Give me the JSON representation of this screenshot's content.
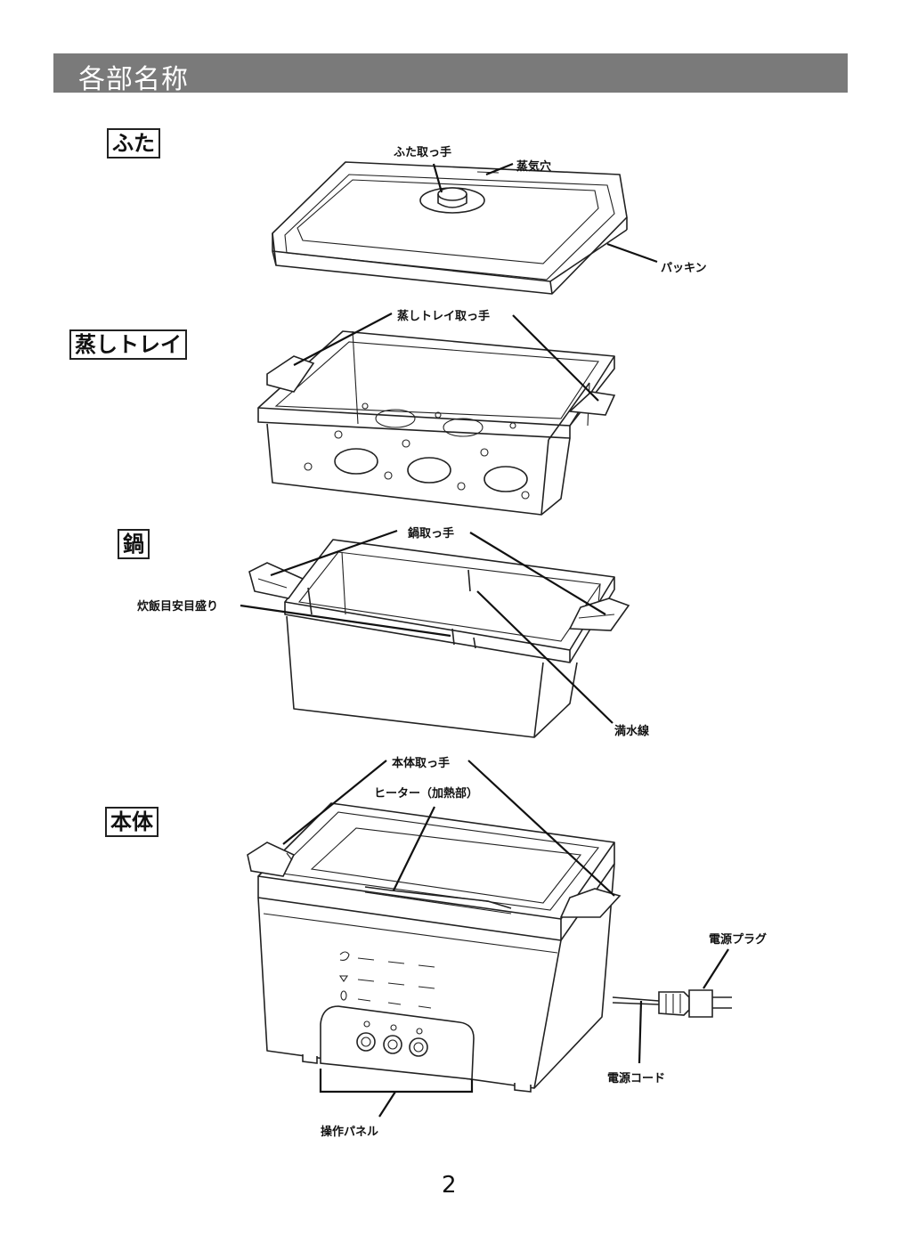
{
  "header": {
    "title": "各部名称"
  },
  "sections": {
    "lid": "ふた",
    "steam_tray": "蒸しトレイ",
    "pot": "鍋",
    "body": "本体"
  },
  "callouts": {
    "lid_handle": "ふた取っ手",
    "steam_vent": "蒸気穴",
    "gasket": "パッキン",
    "tray_handle": "蒸しトレイ取っ手",
    "pot_handle": "鍋取っ手",
    "rice_marks": "炊飯目安目盛り",
    "max_water_line": "満水線",
    "body_handle": "本体取っ手",
    "heater": "ヒーター（加熱部）",
    "power_plug": "電源プラグ",
    "power_cord": "電源コード",
    "control_panel": "操作パネル"
  },
  "page": {
    "number": "2"
  }
}
